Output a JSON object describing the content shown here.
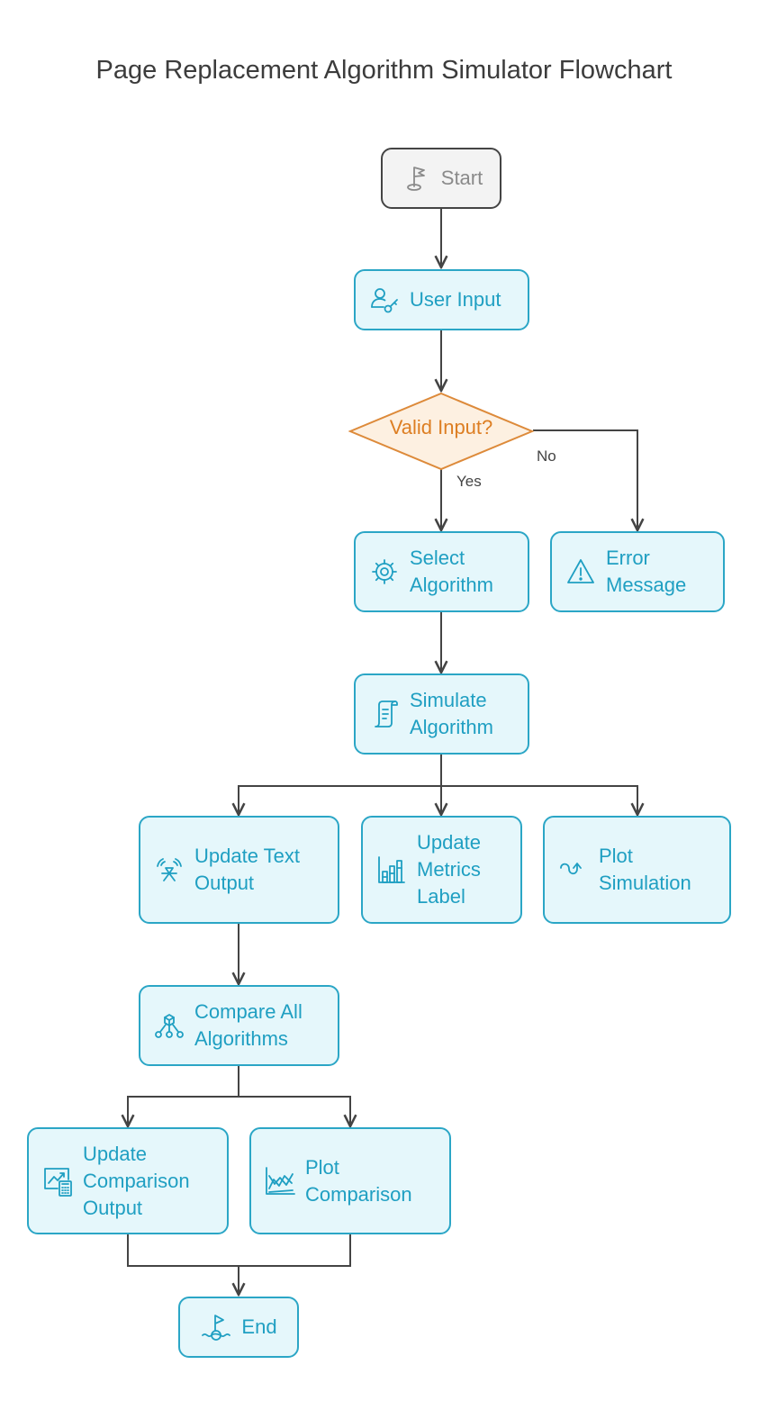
{
  "title": "Page Replacement Algorithm Simulator Flowchart",
  "nodes": {
    "start": "Start",
    "user_input": "User Input",
    "valid_input": "Valid Input?",
    "select_algorithm": "Select\nAlgorithm",
    "error_message": "Error\nMessage",
    "simulate_algorithm": "Simulate\nAlgorithm",
    "update_text_output": "Update Text\nOutput",
    "update_metrics_label": "Update\nMetrics\nLabel",
    "plot_simulation": "Plot\nSimulation",
    "compare_all": "Compare All\nAlgorithms",
    "update_comparison_output": "Update\nComparison\nOutput",
    "plot_comparison": "Plot\nComparison",
    "end": "End"
  },
  "edge_labels": {
    "yes": "Yes",
    "no": "No"
  },
  "icons": {
    "start": "flag-icon",
    "user_input": "user-key-icon",
    "select_algorithm": "gear-icon",
    "error_message": "warning-icon",
    "simulate_algorithm": "scroll-icon",
    "update_text_output": "satellite-icon",
    "update_metrics_label": "bar-chart-icon",
    "plot_simulation": "curve-arrow-icon",
    "compare_all": "network-cube-icon",
    "update_comparison_output": "calculator-chart-icon",
    "plot_comparison": "line-chart-icon",
    "end": "finish-flag-icon"
  },
  "colors": {
    "node_fill": "#e5f7fb",
    "node_border": "#2ba6c6",
    "node_text": "#1f9fc2",
    "decision_fill": "#fdf0e1",
    "decision_border": "#dd8a3a",
    "decision_text": "#dd7e22",
    "start_fill": "#f3f3f3",
    "connector": "#444444"
  }
}
